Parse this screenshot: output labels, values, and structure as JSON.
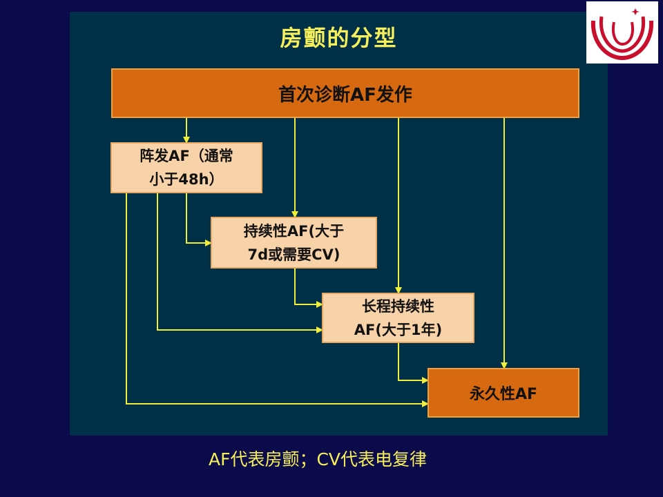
{
  "title": "房颤的分型",
  "diagram": {
    "initial_diagnosis": "首次诊断AF发作",
    "paroxysmal_line1": "阵发AF（通常",
    "paroxysmal_line2": "小于48h）",
    "persistent_line1": "持续性AF(大于",
    "persistent_line2": "7d或需要CV)",
    "long_persistent_line1": "长程持续性",
    "long_persistent_line2": "AF(大于1年)",
    "permanent": "永久性AF"
  },
  "caption": "AF代表房颤；CV代表电复律",
  "colors": {
    "background": "#0b0a4a",
    "panel": "#003048",
    "title": "#f7f05a",
    "arrow": "#f0f03c",
    "primary_box": "#d76a10",
    "secondary_box": "#f8d2a8"
  }
}
